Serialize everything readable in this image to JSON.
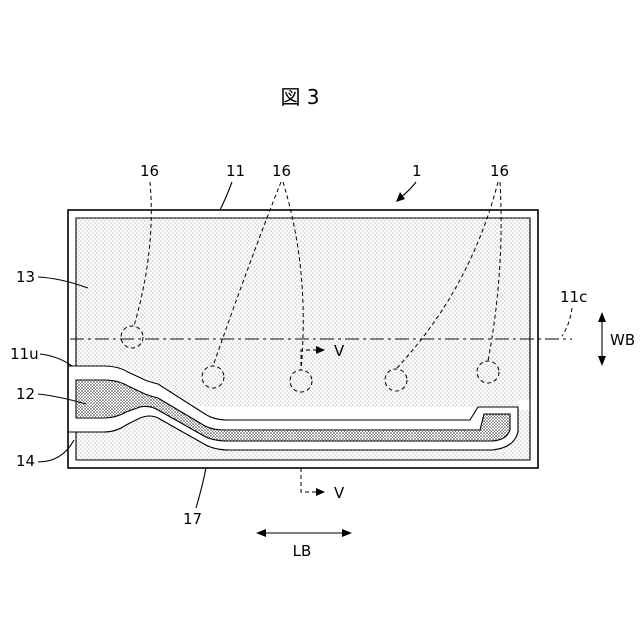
{
  "figure": {
    "title": "図 3",
    "labels": {
      "assembly": "1",
      "body": "11",
      "upper_surface": "11u",
      "center_line": "11c",
      "second_part": "12",
      "first_part": "13",
      "third_part": "14",
      "holes": "16",
      "bottom_edge": "17",
      "section_right": "V",
      "section_lower": "V",
      "width_direction": "WB",
      "length_direction": "LB"
    }
  }
}
